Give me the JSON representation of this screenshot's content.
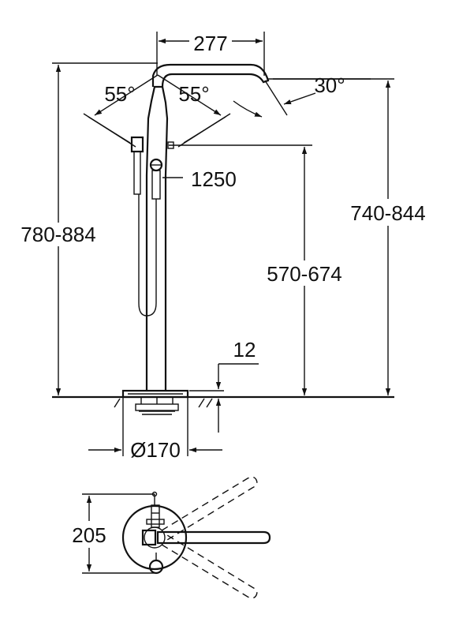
{
  "dimensions": {
    "spout_reach": "277",
    "spout_angle": "30°",
    "left_swivel": "55°",
    "right_swivel": "55°",
    "hose_length": "1250",
    "total_height": "780-884",
    "spout_height": "740-844",
    "handle_height": "570-674",
    "floor_offset": "12",
    "base_diameter": "Ø170",
    "top_view_depth": "205"
  },
  "colors": {
    "line": "#111111",
    "background": "#ffffff"
  }
}
